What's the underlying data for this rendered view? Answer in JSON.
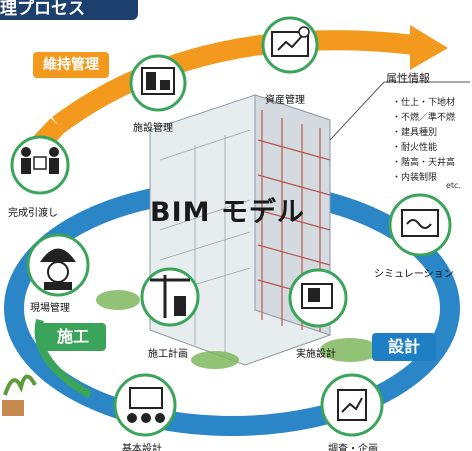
{
  "header": {
    "title": "理プロセス"
  },
  "center": {
    "title": "BIM モデル"
  },
  "phases": {
    "maintenance": "維持管理",
    "construction": "施工",
    "design": "設計"
  },
  "nodes": {
    "asset_management": "資産管理",
    "facility_management": "施設管理",
    "handover": "完成引渡し",
    "site_management": "現場管理",
    "construction_planning": "施工計画",
    "detailed_design": "実施設計",
    "simulation": "シミュレーション",
    "bottom_left": "基本設計",
    "bottom_right": "調査・企画"
  },
  "attributes": {
    "title": "属性情報",
    "items": [
      "・仕上・下地材",
      "・不燃／準不燃",
      "・建具種別",
      "・耐火性能",
      "・階高・天井高",
      "・内装制限"
    ],
    "etc": "etc."
  },
  "colors": {
    "orange": "#f39a1e",
    "blue": "#1f7fc4",
    "green": "#3aa45a",
    "navy": "#1d3f6e"
  }
}
